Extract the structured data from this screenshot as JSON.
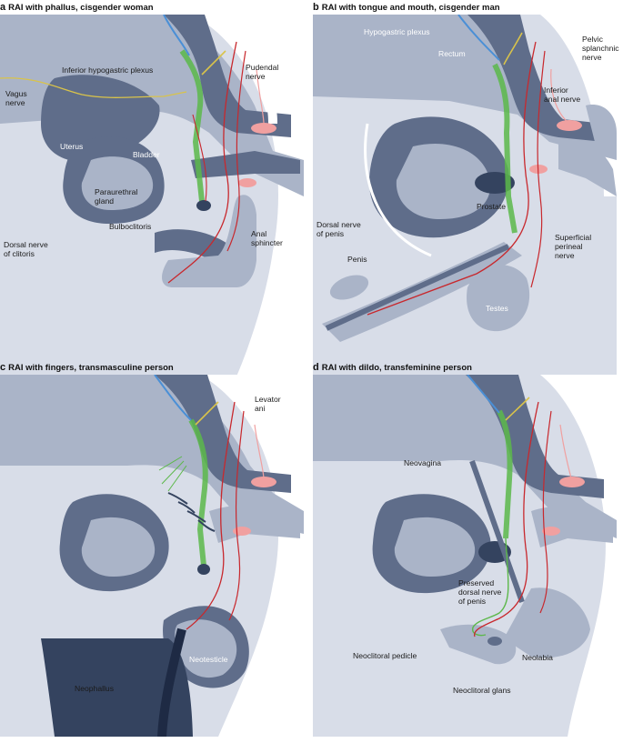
{
  "panels": {
    "a": {
      "letter": "a",
      "title": "RAI with phallus, cisgender woman",
      "labels": {
        "inferior_hypogastric_plexus": "Inferior hypogastric plexus",
        "vagus_nerve": "Vagus\nnerve",
        "pudendal_nerve": "Pudendal\nnerve",
        "uterus": "Uterus",
        "bladder": "Bladder",
        "paraurethral_gland": "Paraurethral\ngland",
        "bulboclitoris": "Bulboclitoris",
        "anal_sphincter": "Anal\nsphincter",
        "dorsal_nerve_clitoris": "Dorsal nerve\nof clitoris"
      }
    },
    "b": {
      "letter": "b",
      "title": "RAI with tongue and mouth, cisgender man",
      "labels": {
        "hypogastric_plexus": "Hypogastric plexus",
        "rectum": "Rectum",
        "pelvic_splanchnic_nerve": "Pelvic\nsplanchnic\nnerve",
        "inferior_anal_nerve": "Inferior\nanal nerve",
        "prostate": "Prostate",
        "dorsal_nerve_penis": "Dorsal nerve\nof penis",
        "superficial_perineal_nerve": "Superficial\nperineal\nnerve",
        "penis": "Penis",
        "testes": "Testes"
      }
    },
    "c": {
      "letter": "c",
      "title": "RAI with fingers, transmasculine person",
      "labels": {
        "levator_ani": "Levator\nani",
        "neotesticle": "Neotesticle",
        "neophallus": "Neophallus"
      }
    },
    "d": {
      "letter": "d",
      "title": "RAI with dildo, transfeminine person",
      "labels": {
        "neovagina": "Neovagina",
        "preserved_dorsal_nerve": "Preserved\ndorsal nerve\nof penis",
        "neoclitoral_pedicle": "Neoclitoral pedicle",
        "neolabia": "Neolabia",
        "neoclitoral_glans": "Neoclitoral glans"
      }
    }
  },
  "colors": {
    "body_light": "#d8dde8",
    "body_mid": "#aab4c8",
    "organ_dark": "#5f6d8a",
    "organ_deep": "#34435f",
    "nerve_red": "#c8282d",
    "nerve_green": "#5cb84a",
    "nerve_blue": "#4a8fd6",
    "nerve_yellow": "#d9c34a",
    "sphincter_pink": "#f0a0a0"
  }
}
